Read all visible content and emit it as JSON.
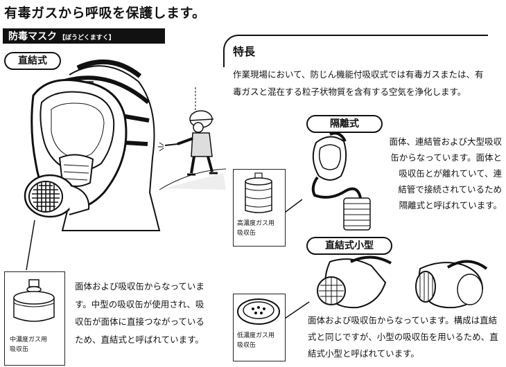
{
  "headline": "有毒ガスから呼吸を保護します。",
  "section_title": "防毒マスク",
  "section_reading": "【ぼうどくますく】",
  "direct_label": "直結式",
  "feature": {
    "heading": "特長",
    "text": "作業現場において、防じん機能付吸収式では有毒ガスまたは、有毒ガスと混在する粒子状物質を含有する空気を浄化します。"
  },
  "separated": {
    "label": "隔離式",
    "lines": [
      "面体、連結管および大型吸収",
      "缶からなっています。面体と",
      "吸収缶とが離れていて、連",
      "結管で接続されているため",
      "隔離式と呼ばれています。"
    ],
    "can_label_1": "高濃度ガス用",
    "can_label_2": "吸収缶"
  },
  "direct_small": {
    "label": "直結式小型",
    "text": "面体および吸収缶からなっています。構成は直結式と同じですが、小型の吸収缶を用いるため、直結式小型と呼ばれています。",
    "can_label_1": "低濃度ガス用",
    "can_label_2": "吸収缶"
  },
  "direct": {
    "text": "面体および吸収缶からなっています。中型の吸収缶が使用され、吸収缶が面体に直接つながっているため、直結式と呼ばれています。",
    "can_label_1": "中濃度ガス用",
    "can_label_2": "吸収缶"
  },
  "icons": [
    "full-face-mask-illustration",
    "worker-spraying-illustration",
    "separated-mask-illustration",
    "half-mask-illustration",
    "canister-icon"
  ]
}
